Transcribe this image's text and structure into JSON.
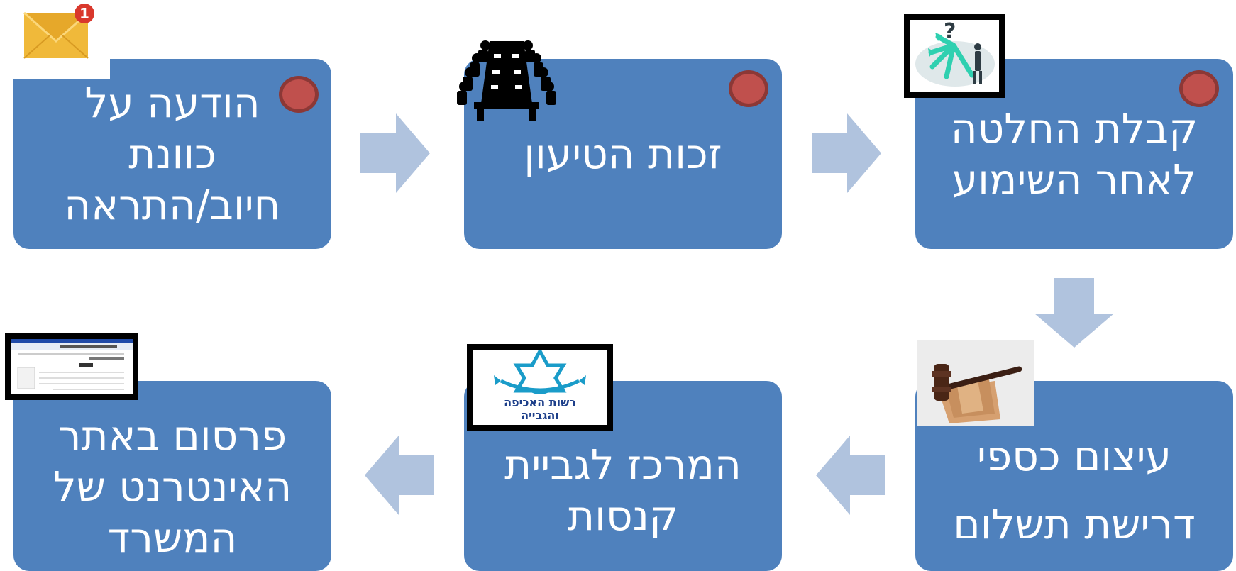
{
  "colors": {
    "box": "#4f81bd",
    "arrow": "#b0c3de",
    "dot": "#c0504d",
    "text": "#ffffff"
  },
  "steps": [
    {
      "lines": [
        "הודעה על",
        "כוונת",
        "חיוב/התראה"
      ]
    },
    {
      "lines": [
        "זכות הטיעון"
      ]
    },
    {
      "lines": [
        "קבלת החלטה",
        "לאחר השימוע"
      ]
    },
    {
      "lines": [
        "עיצום כספי",
        "דרישת תשלום"
      ]
    },
    {
      "lines": [
        "המרכז לגביית",
        "קנסות"
      ]
    },
    {
      "lines": [
        "פרסום באתר",
        "האינטרנט של",
        "המשרד"
      ]
    }
  ],
  "icons": {
    "envelope": {
      "name": "envelope-icon",
      "badge": "1"
    },
    "meeting": {
      "name": "meeting-table-icon"
    },
    "decision": {
      "name": "decision-arrows-icon"
    },
    "gavel": {
      "name": "gavel-money-image"
    },
    "authority": {
      "name": "authority-logo",
      "text1": "רשות האכיפה",
      "text2": "והגבייה"
    },
    "website": {
      "name": "website-screenshot-image"
    }
  }
}
